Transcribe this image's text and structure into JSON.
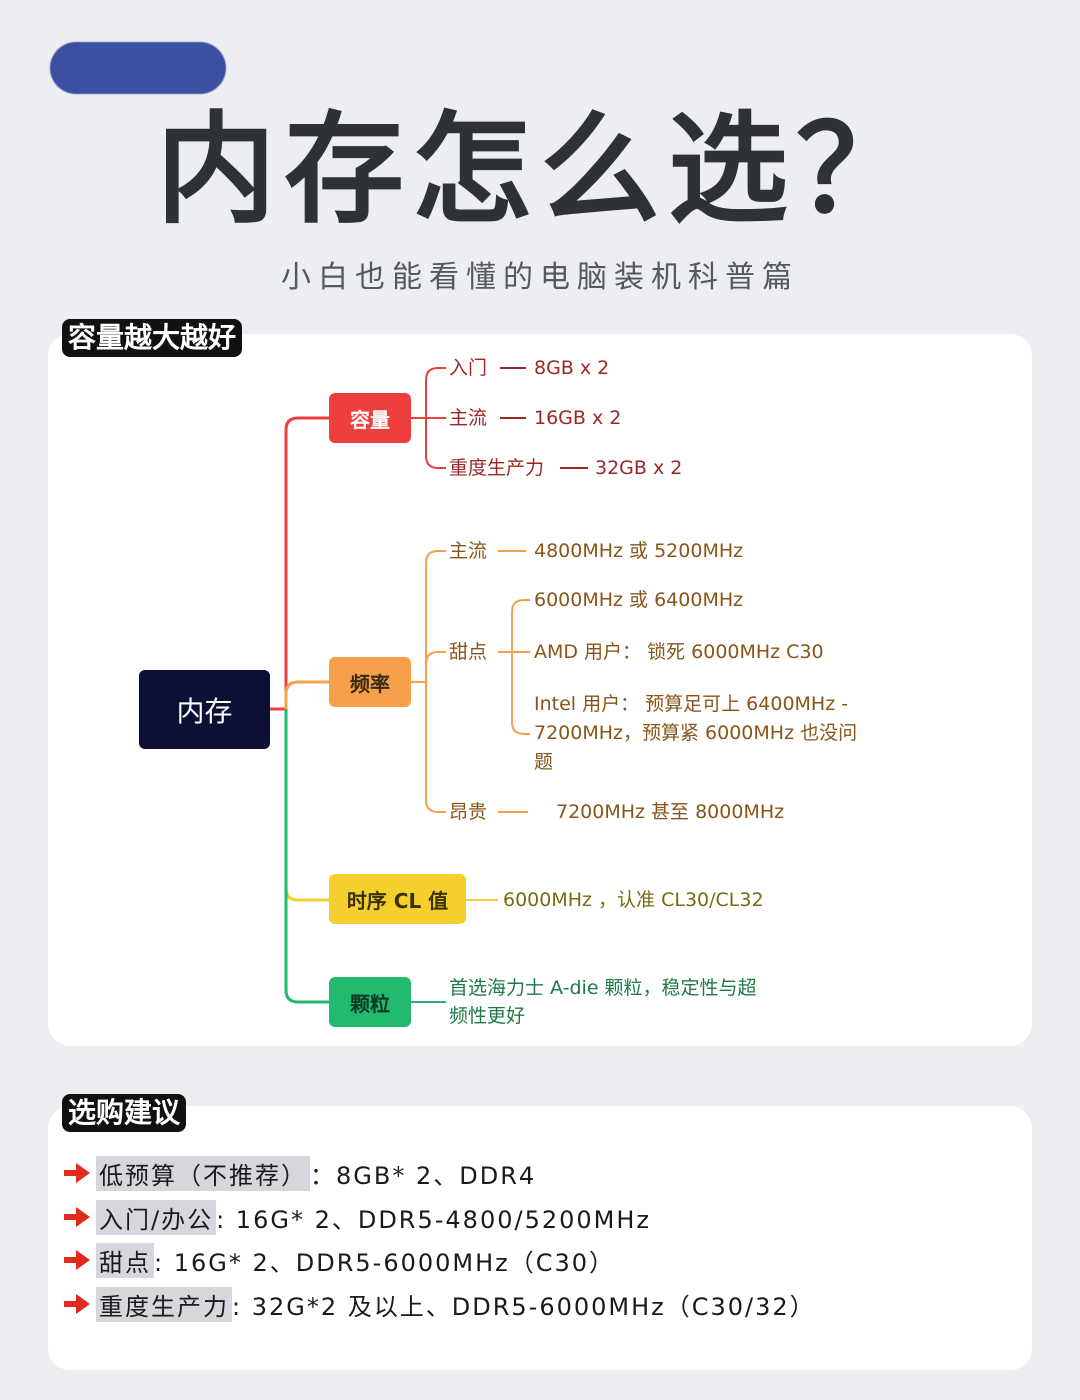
{
  "header": {
    "title": "内存怎么选？",
    "subtitle": "小白也能看懂的电脑装机科普篇"
  },
  "section1": {
    "tag": "容量越大越好",
    "root": "内存",
    "capacity": {
      "label": "容量",
      "items": [
        {
          "key": "入门",
          "value": "8GB x 2"
        },
        {
          "key": "主流",
          "value": "16GB x 2"
        },
        {
          "key": "重度生产力",
          "value": "32GB x 2"
        }
      ]
    },
    "frequency": {
      "label": "频率",
      "mainstream_key": "主流",
      "mainstream_value": "4800MHz 或 5200MHz",
      "sweet_key": "甜点",
      "sweet_items": [
        "6000MHz 或 6400MHz",
        "AMD 用户：  锁死 6000MHz C30",
        "Intel 用户：  预算足可上 6400MHz -",
        "7200MHz，预算紧 6000MHz 也没问",
        "题"
      ],
      "expensive_key": "昂贵",
      "expensive_value": "7200MHz 甚至 8000MHz"
    },
    "timing": {
      "label": "时序 CL 值",
      "value": "6000MHz ，认准 CL30/CL32"
    },
    "chip": {
      "label": "颗粒",
      "lines": [
        "首选海力士 A-die 颗粒，稳定性与超",
        "频性更好"
      ]
    }
  },
  "section2": {
    "tag": "选购建议",
    "items": [
      {
        "key": "低预算（不推荐）",
        "value": "：8GB* 2、DDR4"
      },
      {
        "key": "入门/办公",
        "value": ": 16G* 2、DDR5-4800/5200MHz"
      },
      {
        "key": "甜点",
        "value": ": 16G* 2、DDR5-6000MHz（C30）"
      },
      {
        "key": "重度生产力",
        "value": ": 32G*2 及以上、DDR5-6000MHz（C30/32）"
      }
    ]
  },
  "colors": {
    "capacity": "#ef3e3e",
    "frequency": "#f6a04b",
    "timing": "#f5cf2e",
    "chip": "#22ba6f",
    "root": "#0d1035"
  }
}
